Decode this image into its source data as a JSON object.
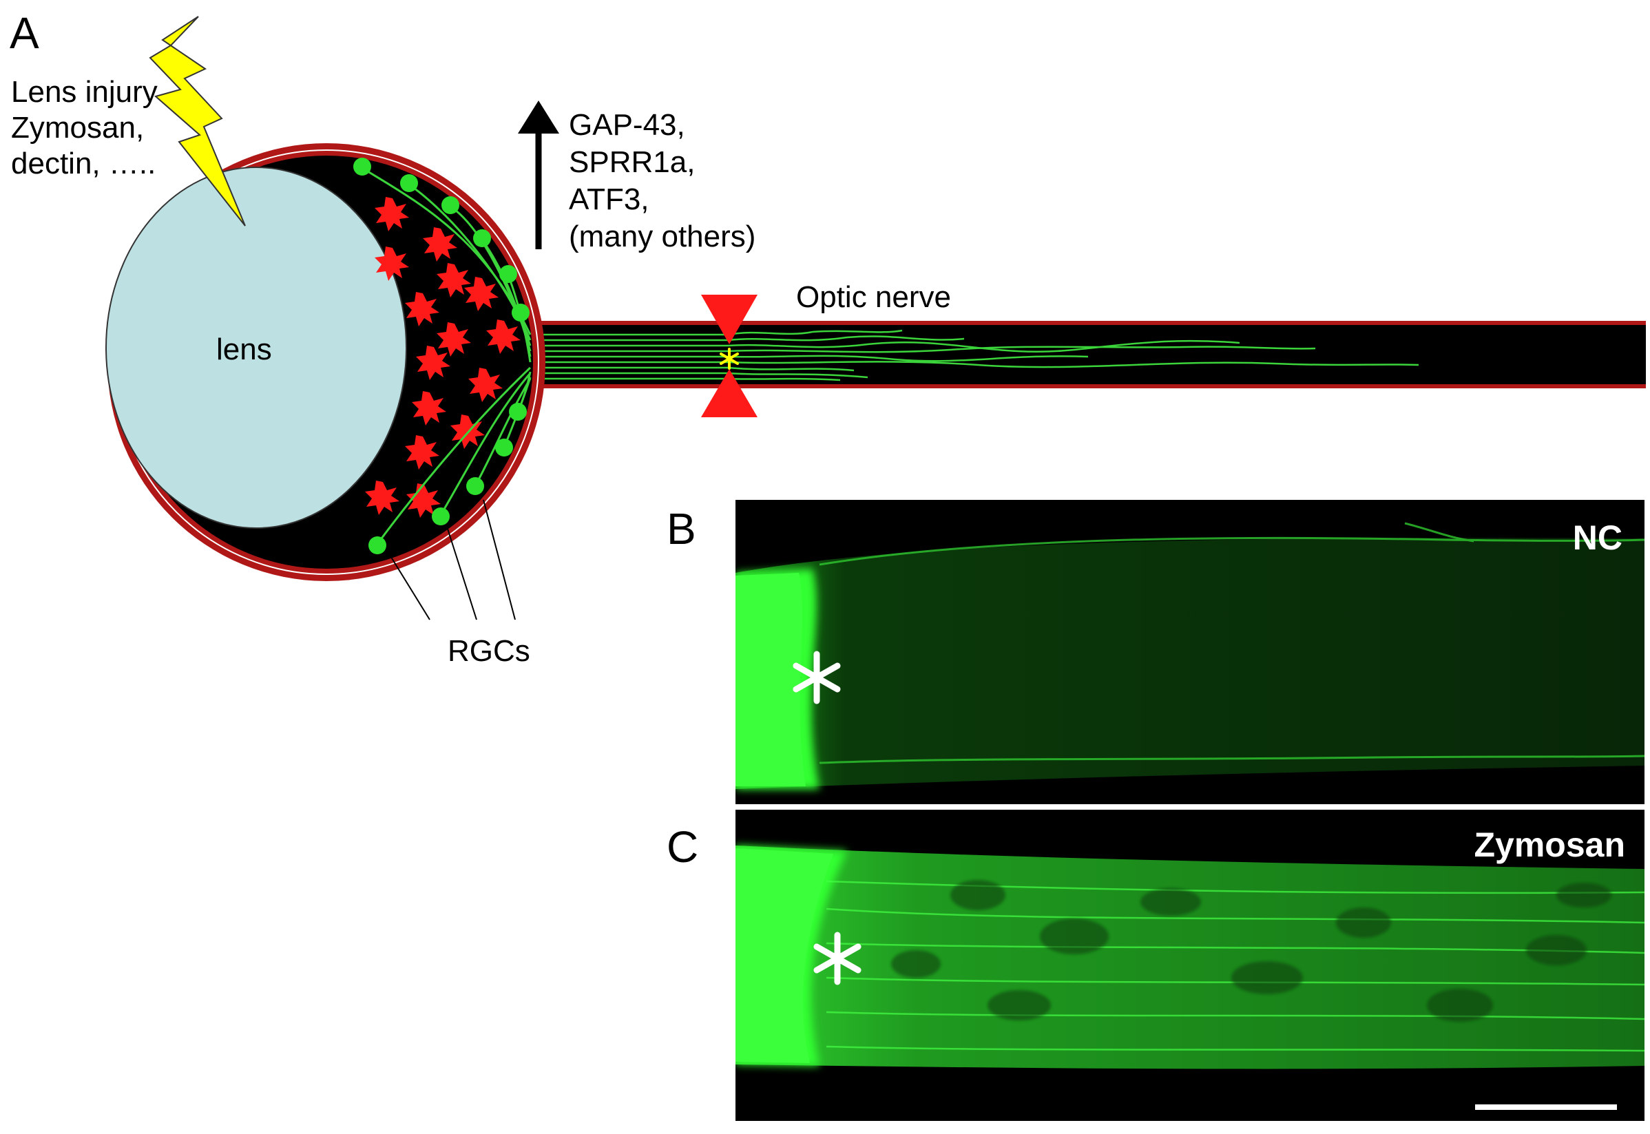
{
  "panel_a": {
    "letter": "A",
    "injury_lines": [
      "Lens injury",
      "Zymosan,",
      "dectin, ….."
    ],
    "lens_label": "lens",
    "upregulated_genes": [
      "GAP-43,",
      "SPRR1a,",
      "ATF3,",
      "(many others)"
    ],
    "optic_nerve_label": "Optic nerve",
    "rgc_label": "RGCs"
  },
  "panel_b": {
    "letter": "B",
    "condition": "NC"
  },
  "panel_c": {
    "letter": "C",
    "condition": "Zymosan"
  },
  "colors": {
    "lens_fill": "#bde0e3",
    "eye_rim": "#b01818",
    "retina": "#000000",
    "axon_green": "#3bd43b",
    "macrophage_red": "#ff1a1a",
    "lightning": "#ffff00",
    "crush_marker": "#ff1a1a",
    "crush_asterisk": "#ffff00",
    "micrograph_green": "#33ff33"
  },
  "icons": [
    "lightning-bolt-icon",
    "up-arrow-icon",
    "crush-site-icon",
    "asterisk-marker-icon",
    "scale-bar"
  ]
}
